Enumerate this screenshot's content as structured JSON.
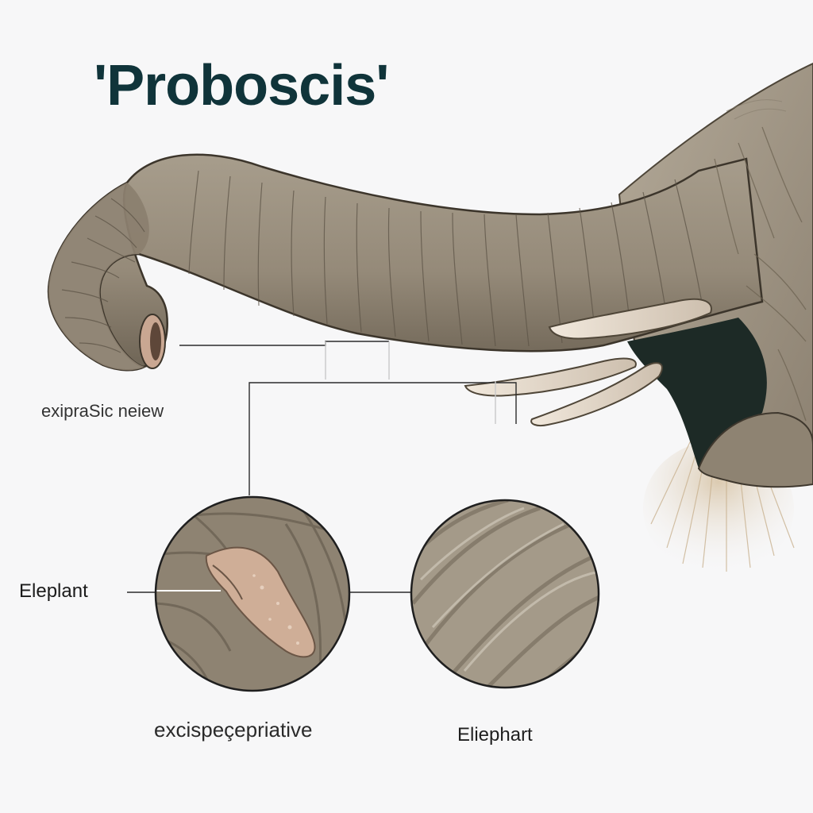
{
  "title": "'Proboscis'",
  "labels": {
    "trunk_tip_label": "exipraSic neiew",
    "zoom_left_label": "Eleplant",
    "zoom_bottom_left_caption": "excispeçepriative",
    "zoom_bottom_right_caption": "Eliephart"
  },
  "colors": {
    "title": "#10343a",
    "skin": "#9a8f7e",
    "skin_shadow": "#6e6455",
    "tusk": "#e8dccd",
    "mouth": "#1d2a26",
    "hair": "#cdb79a",
    "leader_line": "#2c2c2c",
    "background": "#f7f7f8"
  }
}
